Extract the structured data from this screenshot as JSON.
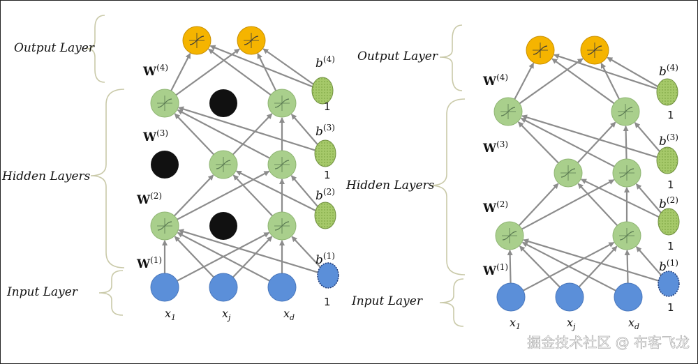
{
  "labels": {
    "output_layer": "Output Layer",
    "hidden_layers": "Hidden Layers",
    "input_layer": "Input Layer"
  },
  "weights": {
    "w_symbol": "W",
    "w1": "(1)",
    "w2": "(2)",
    "w3": "(3)",
    "w4": "(4)"
  },
  "bias": {
    "b_symbol": "b",
    "b1": "(1)",
    "b2": "(2)",
    "b3": "(3)",
    "b4": "(4)",
    "one": "1"
  },
  "inputs": {
    "x_symbol": "x",
    "sub1": "1",
    "subj": "j",
    "subd": "d"
  },
  "watermark": "掘金技术社区 @ 布客飞龙",
  "colors": {
    "input": "#5b8fd9",
    "hidden": "#a9cf8c",
    "output": "#f5b400",
    "dropped": "#111111",
    "bias_hidden": "#9cbf5e",
    "edge": "#8c8c8c",
    "brace": "#c9c9a8"
  }
}
